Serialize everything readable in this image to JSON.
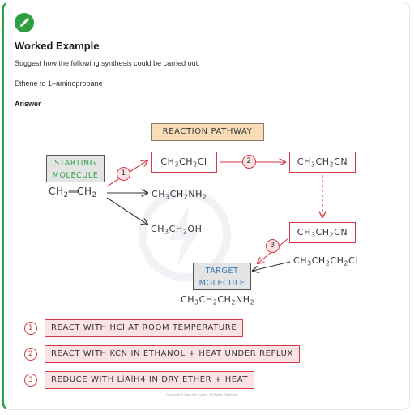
{
  "header": {
    "title": "Worked Example",
    "question": "Suggest how the following synthesis could be carried out:",
    "reaction": "Ethene to 1–aminopropane",
    "answer_label": "Answer"
  },
  "diagram": {
    "pathway_title": "REACTION PATHWAY",
    "starting_label": "STARTING MOLECULE",
    "target_label": "TARGET MOLECULE",
    "step_circles": [
      "1",
      "2",
      "3"
    ]
  },
  "steps": [
    {
      "number": "1",
      "text": "REACT WITH HCl AT ROOM TEMPERATURE"
    },
    {
      "number": "2",
      "text": "REACT WITH KCN IN ETHANOL + HEAT UNDER REFLUX"
    },
    {
      "number": "3",
      "text": "REDUCE WITH LiAlH4 IN DRY ETHER + HEAT"
    }
  ],
  "copyright": "Copyright © Save My Exams. All Rights Reserved",
  "colors": {
    "accent_green": "#2e9e43",
    "pathway_orange": "#f9ddb6",
    "step_red": "#d23a45",
    "target_blue": "#2f78bd",
    "starting_green": "#35a34b"
  }
}
